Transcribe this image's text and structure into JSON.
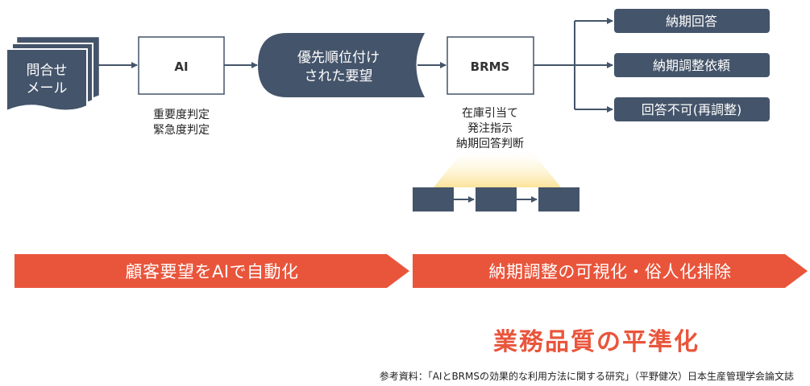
{
  "source_mail": {
    "line1": "問合せ",
    "line2": "メール"
  },
  "ai": {
    "label": "AI",
    "captions": [
      "重要度判定",
      "緊急度判定"
    ]
  },
  "prioritized": {
    "line1": "優先順位付け",
    "line2": "された要望"
  },
  "brms": {
    "label": "BRMS",
    "captions": [
      "在庫引当て",
      "発注指示",
      "納期回答判断"
    ]
  },
  "results": [
    "納期回答",
    "納期調整依頼",
    "回答不可(再調整)"
  ],
  "banners": {
    "left": "顧客要望をAIで自動化",
    "right": "納期調整の可視化・俗人化排除"
  },
  "outcome": "業務品質の平準化",
  "reference": "参考資料：「AIとBRMSの効果的な利用方法に関する研究」（平野健次）日本生産管理学会論文誌",
  "colors": {
    "navy": "#44546a",
    "accent": "#e9553b",
    "glow": "#fbe7a1"
  }
}
